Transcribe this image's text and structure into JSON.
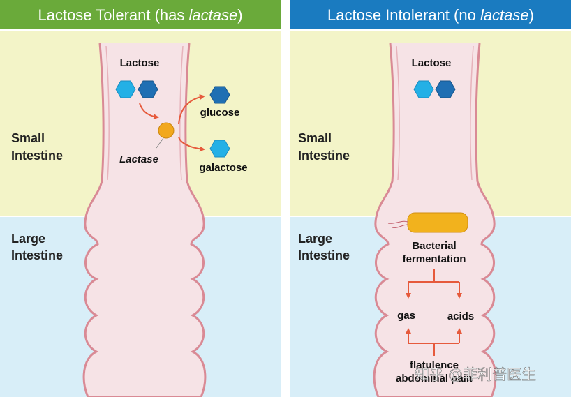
{
  "panels": {
    "left": {
      "header_main": "Lactose Tolerant (has ",
      "header_italic": "lactase",
      "header_end": ")",
      "region_small": [
        "Small",
        "Intestine"
      ],
      "region_large": [
        "Large",
        "Intestine"
      ],
      "lactose_label": "Lactose",
      "enzyme_label": "Lactase",
      "product_glucose": "glucose",
      "product_galactose": "galactose"
    },
    "right": {
      "header_main": "Lactose Intolerant (no ",
      "header_italic": "lactase",
      "header_end": ")",
      "region_small": [
        "Small",
        "Intestine"
      ],
      "region_large": [
        "Large",
        "Intestine"
      ],
      "lactose_label": "Lactose",
      "fermentation": [
        "Bacterial",
        "fermentation"
      ],
      "gas": "gas",
      "acids": "acids",
      "symptoms": [
        "flatulence",
        "abdominal pain"
      ]
    }
  },
  "watermark": "知乎 @菲利普医生",
  "colors": {
    "header_left": "#6aaa3a",
    "header_right": "#1a7bc0",
    "small_intestine_bg": "#f3f4c8",
    "large_intestine_bg": "#d8eef8",
    "intestine_fill": "#f6e3e6",
    "intestine_outline": "#d98a95",
    "glucose": "#1f6fb3",
    "galactose": "#23b0e6",
    "lactase": "#f2a81d",
    "bacteria": "#f2b21d",
    "arrow": "#e65a3c"
  }
}
